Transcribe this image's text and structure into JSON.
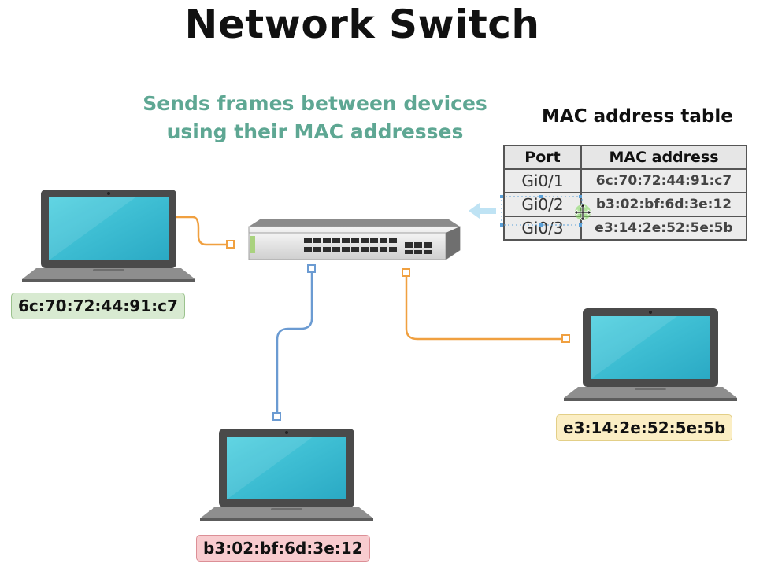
{
  "title": "Network Switch",
  "subtitle": {
    "line1": "Sends frames between devices",
    "line2": "using their MAC addresses"
  },
  "mac_table": {
    "heading": "MAC address table",
    "col_port": "Port",
    "col_mac": "MAC address",
    "rows": [
      {
        "port": "Gi0/1",
        "mac": "6c:70:72:44:91:c7"
      },
      {
        "port": "Gi0/2",
        "mac": "b3:02:bf:6d:3e:12"
      },
      {
        "port": "Gi0/3",
        "mac": "e3:14:2e:52:5e:5b"
      }
    ]
  },
  "devices": {
    "left_mac": "6c:70:72:44:91:c7",
    "bottom_mac": "b3:02:bf:6d:3e:12",
    "right_mac": "e3:14:2e:52:5e:5b"
  },
  "colors": {
    "title": "#111111",
    "subtitle": "#5ea793",
    "cable_orange": "#f0a040",
    "cable_blue": "#6b9bd2",
    "label_green": "#d8ead1",
    "label_yellow": "#fbeec4",
    "label_red": "#f8cccf",
    "screen": "#3ec4d6"
  },
  "icons": [
    "laptop-icon",
    "network-switch-icon",
    "arrow-left-icon",
    "move-cursor-icon"
  ]
}
